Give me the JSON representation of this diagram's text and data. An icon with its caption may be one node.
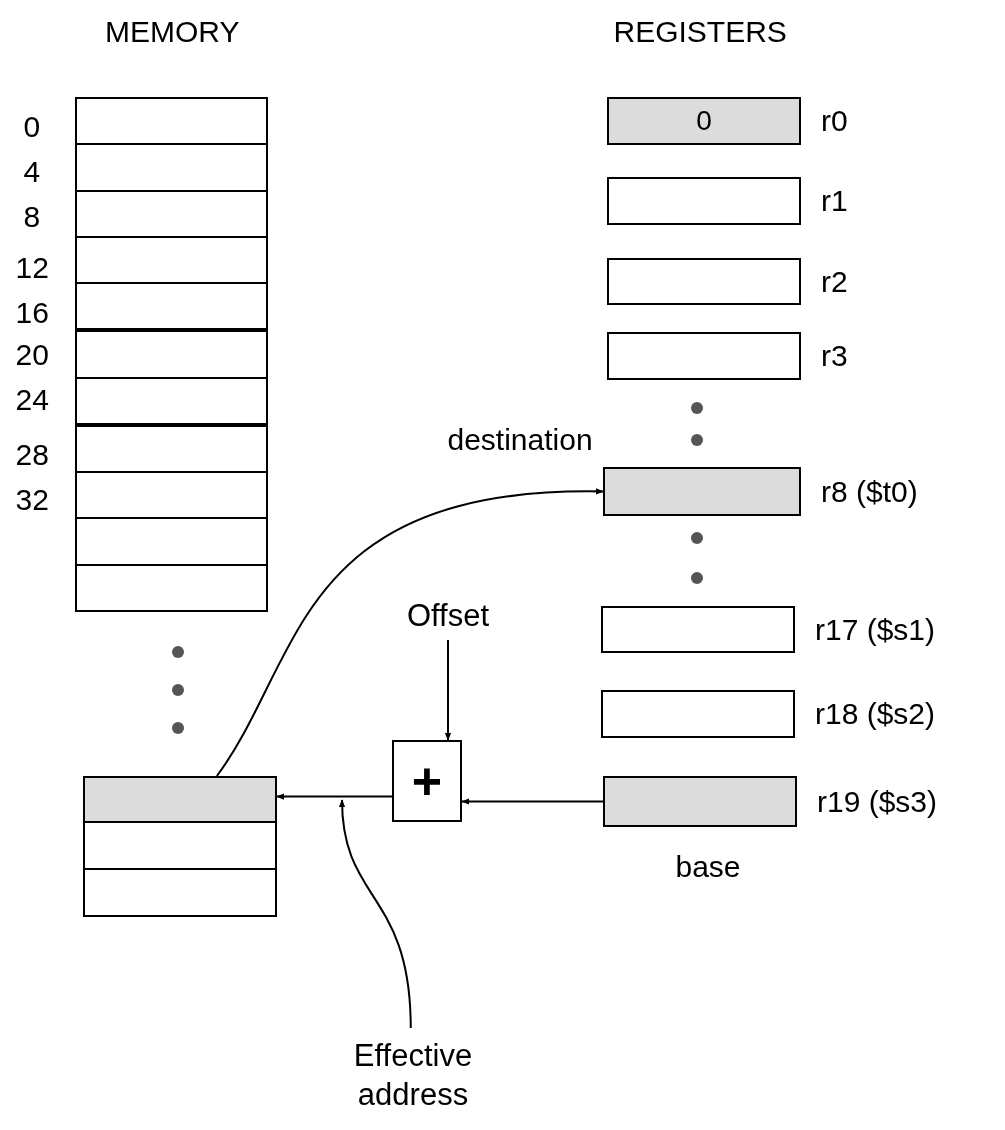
{
  "diagram": {
    "nodes": [
      {
        "text": [],
        "shape": "box"
      },
      {
        "text": [
          "0"
        ],
        "beside": [
          "r0"
        ]
      },
      {
        "text": [],
        "shape": "box",
        "beside": [
          "r1"
        ]
      },
      {
        "text": [],
        "shape": "box",
        "beside": [
          "r2"
        ]
      },
      {
        "text": [],
        "shape": "box",
        "beside": [
          "r3"
        ]
      },
      {
        "text": [],
        "shape": "box",
        "beside": [
          "r8 ($t0)"
        ]
      },
      {
        "text": [],
        "shape": "box",
        "beside": [
          "r17 ($s1)"
        ]
      },
      {
        "text": [],
        "shape": "box",
        "beside": [
          "r18 ($s2)"
        ]
      },
      {
        "text": [
          "Offset"
        ]
      },
      {
        "text": [
          "+"
        ]
      },
      {
        "text": [],
        "shape": "box"
      },
      {
        "text": [],
        "shape": "box"
      },
      {
        "text": [],
        "shape": "box"
      },
      {
        "text": [],
        "shape": "box",
        "beside": [
          "r19 ($s3)",
          "base"
        ]
      },
      {
        "text": [
          "Effective address"
        ]
      }
    ],
    "edges": [
      {
        "from": 10,
        "to": 5,
        "arrow": "to",
        "label": "destination"
      },
      {
        "from": 8,
        "to": 9,
        "arrow": "to"
      },
      {
        "from": 13,
        "to": 9,
        "arrow": "to"
      },
      {
        "from": 9,
        "to": 10,
        "arrow": "to"
      },
      {
        "from": 14,
        "to": null,
        "arrow": "to"
      }
    ],
    "labels": [
      "MEMORY",
      "REGISTERS",
      "0",
      "4",
      "8",
      "12",
      "16",
      "20",
      "24",
      "28",
      "32"
    ]
  }
}
